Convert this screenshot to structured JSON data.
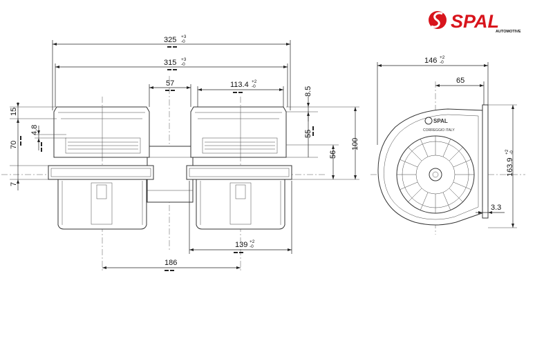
{
  "brand": {
    "name": "SPAL",
    "subtitle": "AUTOMOTIVE",
    "primary_color": "#d8141c"
  },
  "front_view": {
    "dims": {
      "overall_width": "325",
      "overall_width_tol_plus": "+3",
      "overall_width_tol_minus": "-0",
      "housing_width": "315",
      "housing_width_tol_plus": "+3",
      "housing_width_tol_minus": "-0",
      "motor_width": "57",
      "outlet_width": "113.4",
      "outlet_width_tol_plus": "+2",
      "outlet_width_tol_minus": "-0",
      "flange_top": "8.5",
      "outlet_height": "55",
      "overall_height": "100",
      "lower_height": "56",
      "top_lip": "15",
      "slot": "4.8",
      "outlet_left_height": "70",
      "bottom_lip": "7",
      "inlet_width": "139",
      "inlet_width_tol_plus": "+2",
      "inlet_width_tol_minus": "-0",
      "center_distance": "186"
    }
  },
  "side_view": {
    "stamp_brand": "SPAL",
    "stamp_text": "CORREGGIO  ITALY",
    "dims": {
      "width": "146",
      "width_tol_plus": "+2",
      "width_tol_minus": "-0",
      "outlet_offset": "65",
      "height": "163.9",
      "height_tol_plus": "+2",
      "height_tol_minus": "-0",
      "flange": "3.3"
    }
  }
}
